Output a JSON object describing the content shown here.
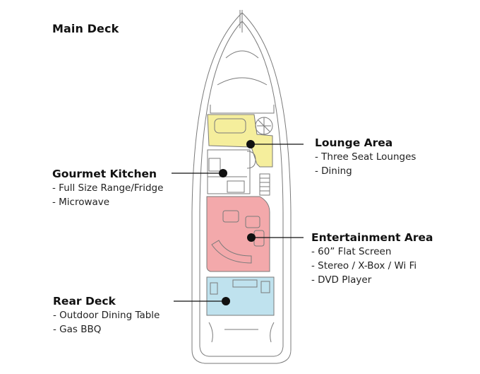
{
  "page_title": "Main Deck",
  "areas": {
    "lounge": {
      "title": "Lounge Area",
      "items": [
        "- Three Seat Lounges",
        "- Dining"
      ],
      "color": "#f5ee9c"
    },
    "kitchen": {
      "title": "Gourmet Kitchen",
      "items": [
        "- Full Size Range/Fridge",
        "- Microwave"
      ]
    },
    "entertainment": {
      "title": "Entertainment Area",
      "items": [
        "- 60” Flat Screen",
        "- Stereo / X-Box / Wi Fi",
        "- DVD Player"
      ],
      "color": "#f3a9ab"
    },
    "rear": {
      "title": "Rear Deck",
      "items": [
        "- Outdoor Dining Table",
        "- Gas BBQ"
      ],
      "color": "#bfe2ee"
    }
  }
}
